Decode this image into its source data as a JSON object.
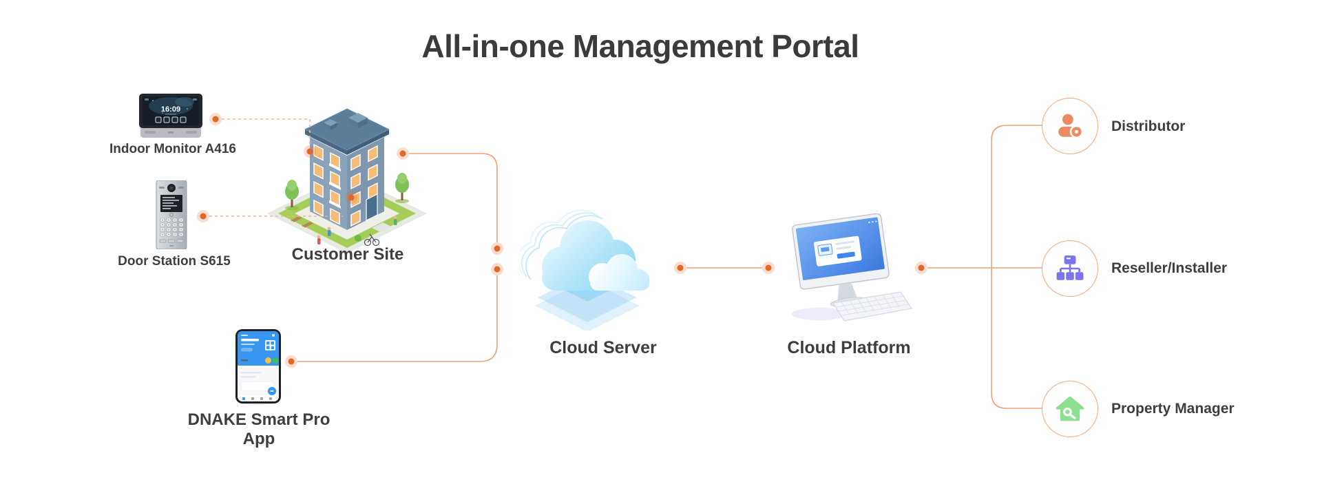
{
  "title": "All-in-one Management Portal",
  "nodes": {
    "indoor_monitor": {
      "label": "Indoor Monitor A416",
      "screen_clock": "16:09"
    },
    "door_station": {
      "label": "Door Station S615"
    },
    "customer_site": {
      "label": "Customer Site"
    },
    "app": {
      "label": "DNAKE Smart Pro App"
    },
    "cloud_server": {
      "label": "Cloud Server"
    },
    "cloud_platform": {
      "label": "Cloud Platform"
    }
  },
  "roles": [
    {
      "label": "Distributor",
      "icon": "person-badge-icon",
      "color": "#ec8a62"
    },
    {
      "label": "Reseller/Installer",
      "icon": "sitemap-icon",
      "color": "#7b74ee"
    },
    {
      "label": "Property Manager",
      "icon": "house-wrench-icon",
      "color": "#8ce08f"
    }
  ],
  "colors": {
    "accent_line": "#efa077",
    "dashed_line": "#f3b491",
    "connector_dot": "#e4672a",
    "circle_outline": "#f2a67c",
    "title_text": "#3b3b3b",
    "label_text": "#3e3e3e",
    "building_wall": "#8ba3b9",
    "window_orange": "#f6bc74",
    "cloud_blue": "#7fd3f4",
    "screen_blue": "#3c7ae0"
  }
}
